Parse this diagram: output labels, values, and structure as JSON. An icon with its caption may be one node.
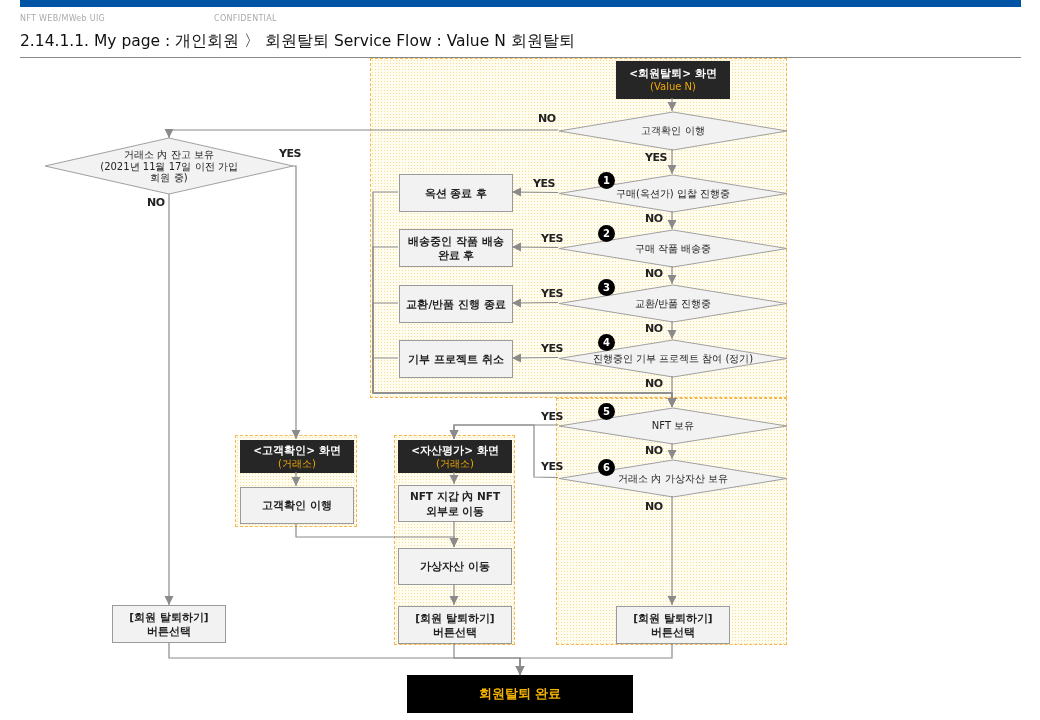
{
  "diagram": {
    "title": "2.14.1.1. My page : 개인회원 〉 회원탈퇴 Service Flow : Value N 회원탈퇴",
    "nodes": [
      {
        "text": [],
        "shape": "box"
      },
      {
        "text": [
          "<회원탈퇴> 화면",
          "(Value N)"
        ],
        "in": 0
      },
      {
        "text": [
          "고객확인 이행"
        ],
        "in": 0
      },
      {
        "text": [
          "구매(옥션가) 입찰 진행중"
        ],
        "in": 0
      },
      {
        "text": [
          "옥션 종료 후"
        ],
        "in": 0
      },
      {
        "text": [
          "구매 작품 배송중"
        ],
        "in": 0
      },
      {
        "text": [
          "배송중인 작품 배송 완료 후"
        ],
        "in": 0
      },
      {
        "text": [
          "교환/반품 진행중"
        ],
        "in": 0
      },
      {
        "text": [
          "교환/반품 진행 종료"
        ],
        "in": 0
      },
      {
        "text": [
          "진행중인 기부 프로젝트 참여 (정기)"
        ],
        "in": 0
      },
      {
        "text": [
          "기부 프로젝트 취소"
        ],
        "in": 0
      },
      {
        "text": [],
        "shape": "box"
      },
      {
        "text": [
          "NFT 보유"
        ],
        "in": 11
      },
      {
        "text": [
          "거래소 內 가상자산 보유"
        ],
        "in": 11
      },
      {
        "text": [
          "[회원 탈퇴하기] 버튼선택"
        ],
        "in": 11
      },
      {
        "text": [
          "거래소 內 잔고 보유",
          "(2021년 11월 17일 이전 가입 회원 중)"
        ]
      },
      {
        "text": [],
        "shape": "box"
      },
      {
        "text": [
          "<고객확인> 화면",
          "(거래소)"
        ],
        "in": 16
      },
      {
        "text": [
          "고객확인 이행"
        ],
        "in": 16
      },
      {
        "text": [],
        "shape": "box"
      },
      {
        "text": [
          "<자산평가> 화면",
          "(거래소)"
        ],
        "in": 19
      },
      {
        "text": [
          "NFT 지갑 內 NFT 외부로 이동"
        ],
        "in": 19
      },
      {
        "text": [
          "가상자산 이동"
        ],
        "in": 19
      },
      {
        "text": [
          "[회원 탈퇴하기] 버튼선택"
        ],
        "in": 19
      },
      {
        "text": [
          "[회원 탈퇴하기] 버튼선택"
        ]
      },
      {
        "text": [
          "회원탈퇴 완료"
        ]
      }
    ],
    "edges": [
      {
        "from": 1,
        "to": 2,
        "arrow": "to"
      },
      {
        "from": 2,
        "to": 15,
        "label": "NO",
        "arrow": "to"
      },
      {
        "from": 2,
        "to": 3,
        "label": "YES",
        "arrow": "to"
      },
      {
        "from": 3,
        "to": 4,
        "label": "YES",
        "arrow": "to"
      },
      {
        "from": 3,
        "to": 5,
        "label": "NO",
        "arrow": "to"
      },
      {
        "from": 5,
        "to": 6,
        "label": "YES",
        "arrow": "to"
      },
      {
        "from": 5,
        "to": 7,
        "label": "NO",
        "arrow": "to"
      },
      {
        "from": 7,
        "to": 8,
        "label": "YES",
        "arrow": "to"
      },
      {
        "from": 7,
        "to": 9,
        "label": "NO",
        "arrow": "to"
      },
      {
        "from": 9,
        "to": 10,
        "label": "YES",
        "arrow": "to"
      },
      {
        "from": 9,
        "to": 12,
        "label": "NO",
        "arrow": "to"
      },
      {
        "from": 4,
        "to": 12,
        "arrow": "to"
      },
      {
        "from": 6,
        "to": 12,
        "arrow": "to"
      },
      {
        "from": 8,
        "to": 12,
        "arrow": "to"
      },
      {
        "from": 10,
        "to": 12,
        "arrow": "to"
      },
      {
        "from": 12,
        "to": 20,
        "label": "YES",
        "arrow": "to"
      },
      {
        "from": 13,
        "to": 20,
        "label": "YES",
        "arrow": "to"
      },
      {
        "from": 12,
        "to": 13,
        "label": "NO",
        "arrow": "to"
      },
      {
        "from": 13,
        "to": 14,
        "label": "NO",
        "arrow": "to"
      },
      {
        "from": 15,
        "to": 17,
        "label": "YES",
        "arrow": "to"
      },
      {
        "from": 15,
        "to": 24,
        "label": "NO",
        "arrow": "to"
      },
      {
        "from": 17,
        "to": 18,
        "arrow": "to"
      },
      {
        "from": 18,
        "to": 22,
        "arrow": "to"
      },
      {
        "from": 20,
        "to": 21,
        "arrow": "to"
      },
      {
        "from": 21,
        "to": 22,
        "arrow": "to"
      },
      {
        "from": 22,
        "to": 23,
        "arrow": "to"
      },
      {
        "from": 24,
        "to": 25,
        "arrow": "to"
      },
      {
        "from": 23,
        "to": 25,
        "arrow": "to"
      },
      {
        "from": 14,
        "to": 25,
        "arrow": "to"
      }
    ],
    "labels": [
      "NFT WEB/MWeb UIG",
      "CONFIDENTIAL",
      "1",
      "2",
      "3",
      "4",
      "5",
      "6"
    ]
  }
}
